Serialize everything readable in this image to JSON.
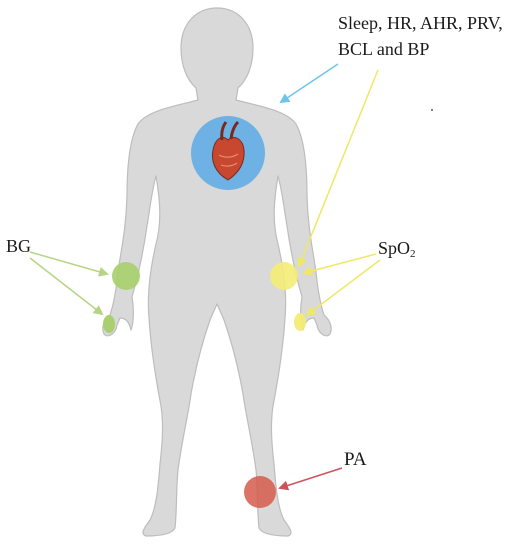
{
  "labels": {
    "sleep_line1": "Sleep, HR, AHR, PRV,",
    "sleep_line2": "BCL and BP",
    "bg": "BG",
    "spo2_main": "SpO",
    "spo2_sub": "2",
    "pa": "PA"
  },
  "colors": {
    "body": "#d9d9d9",
    "body_stroke": "#bdbdbd",
    "heart_zone": "#5aa9e6",
    "heart": "#c8472f",
    "bg_zone": "#a7cf6a",
    "spo2_zone": "#f4ec74",
    "pa_zone": "#d65a4c",
    "arrow_blue": "#6fc4ea",
    "arrow_yellow": "#efe766",
    "arrow_green": "#b5d584",
    "arrow_red": "#c9545b"
  }
}
